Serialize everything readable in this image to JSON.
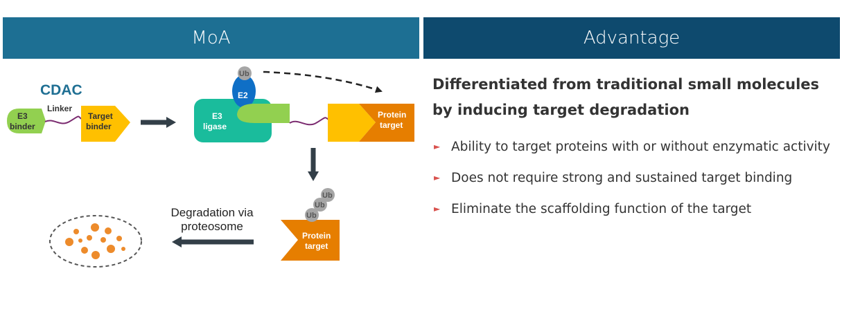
{
  "headers": {
    "moa": "MoA",
    "advantage": "Advantage"
  },
  "diagram": {
    "cdac_title": "CDAC",
    "linker": "Linker",
    "e3_binder_line1": "E3",
    "e3_binder_line2": "binder",
    "target_binder_line1": "Target",
    "target_binder_line2": "binder",
    "ub": "Ub",
    "e2": "E2",
    "e3_ligase_line1": "E3",
    "e3_ligase_line2": "ligase",
    "protein_target_line1": "Protein",
    "protein_target_line2": "target",
    "degradation_line1": "Degradation via",
    "degradation_line2": "proteosome",
    "colors": {
      "cdac_title": "#1f6f93",
      "e3_binder": "#92d050",
      "target_binder": "#ffc000",
      "linker": "#7a2a6f",
      "e3_ligase": "#1abc9c",
      "e2": "#0f6fc6",
      "ub": "#a6a6a6",
      "protein_target": "#e67e00",
      "arrow": "#333f48",
      "degraded_fragments": "#ed8b2b"
    }
  },
  "advantage": {
    "heading": "Differentiated from traditional small molecules by inducing target degradation",
    "bullets": [
      "Ability to target proteins with or without enzymatic activity",
      "Does not require strong and sustained target binding",
      "Eliminate the scaffolding function of the target"
    ]
  }
}
